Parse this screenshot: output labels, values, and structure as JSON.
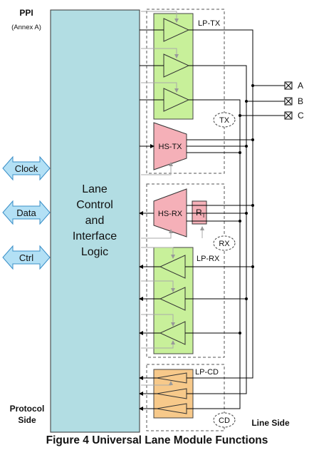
{
  "ppi": {
    "title": "PPI",
    "subtitle": "(Annex A)"
  },
  "protocol_side": [
    "Protocol",
    "Side"
  ],
  "line_side": "Line Side",
  "control_block": [
    "Lane",
    "Control",
    "and",
    "Interface",
    "Logic"
  ],
  "interfaces": {
    "clock": "Clock",
    "data": "Data",
    "ctrl": "Ctrl"
  },
  "blocks": {
    "lp_tx": "LP-TX",
    "hs_tx": "HS-TX",
    "hs_rx": "HS-RX",
    "rt_main": "R",
    "rt_sub": "T",
    "lp_rx": "LP-RX",
    "lp_cd": "LP-CD"
  },
  "groups": {
    "tx": "TX",
    "rx": "RX",
    "cd": "CD"
  },
  "pins": {
    "a": "A",
    "b": "B",
    "c": "C"
  },
  "caption": "Figure 4 Universal Lane Module Functions",
  "colors": {
    "control_fill": "#b2dde3",
    "interface_fill": "#b3e0f5",
    "lp_fill": "#c8f09a",
    "hs_fill": "#f5b0b8",
    "cd_fill": "#f7c98a",
    "feedback_gray": "#aaaaaa"
  }
}
